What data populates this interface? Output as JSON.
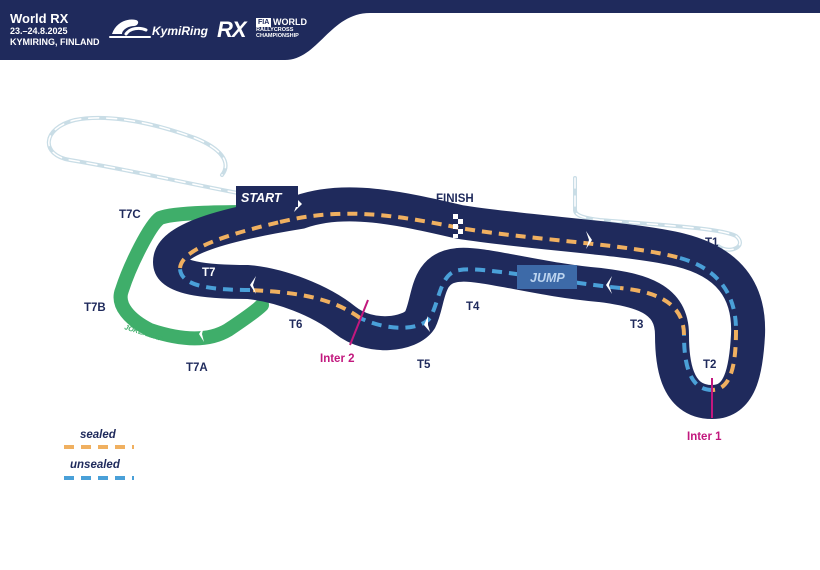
{
  "header": {
    "event_title": "World RX",
    "event_dates": "23.–24.8.2025",
    "event_location": "KYMIRING, FINLAND",
    "venue_logo_text": "KymiRing",
    "series_logo_text": "RX",
    "fia_badge": "FIA",
    "championship_line1": "WORLD",
    "championship_line2": "RALLYCROSS",
    "championship_line3": "CHAMPIONSHIP",
    "bar_color": "#1f2a5c"
  },
  "track": {
    "start_label": "START",
    "finish_label": "FINISH",
    "jump_label": "JUMP",
    "joker_lap_label": "JOKER LAP",
    "corners": {
      "t1": "T1",
      "t2": "T2",
      "t3": "T3",
      "t4": "T4",
      "t5": "T5",
      "t6": "T6",
      "t7": "T7",
      "t7a": "T7A",
      "t7b": "T7B",
      "t7c": "T7C"
    },
    "intermediates": {
      "inter1": "Inter 1",
      "inter2": "Inter 2"
    },
    "colors": {
      "track": "#1f2a5c",
      "sealed": "#f0b060",
      "unsealed": "#4aa0d8",
      "joker": "#3fae6a",
      "inter": "#c2187e",
      "unused_circuit": "#c9dde6",
      "jump_box": "#3d6aa8"
    }
  },
  "legend": {
    "sealed_label": "sealed",
    "unsealed_label": "unsealed"
  }
}
